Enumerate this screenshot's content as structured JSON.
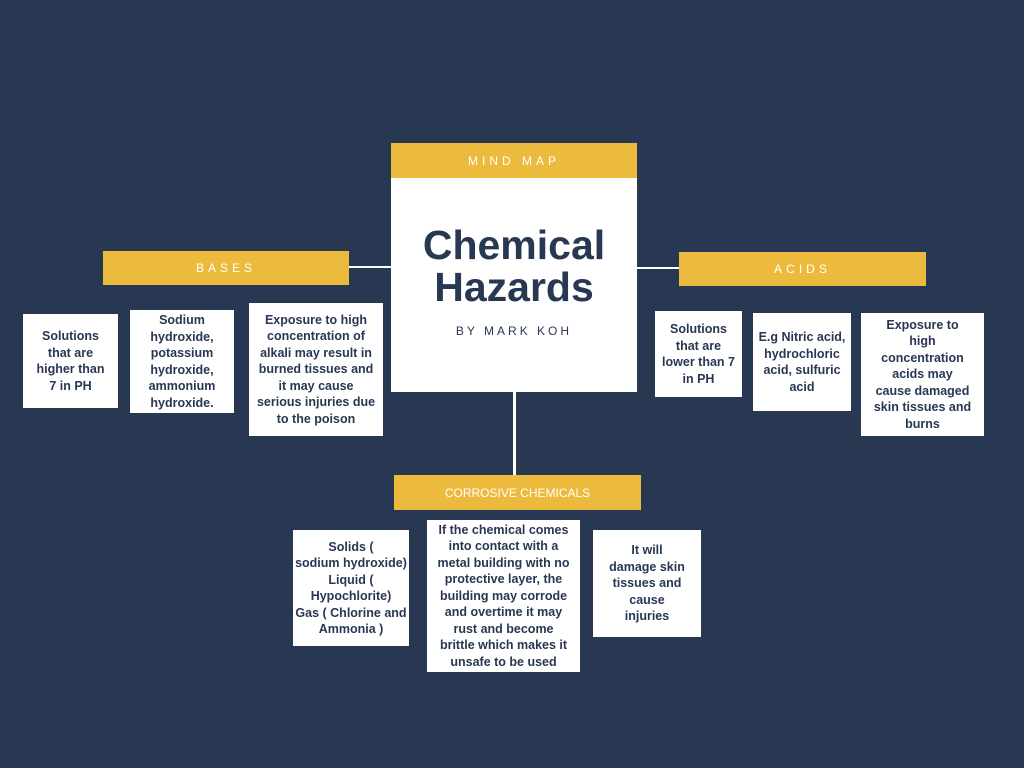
{
  "mind_map": {
    "header_label": "MIND MAP",
    "title": "Chemical\nHazards",
    "byline": "BY MARK KOH"
  },
  "branches": {
    "bases": {
      "label": "BASES",
      "boxes": [
        "Solutions\nthat are\nhigher than\n7 in PH",
        "Sodium\nhydroxide,\npotassium\nhydroxide,\nammonium\nhydroxide.",
        "Exposure to high\nconcentration of\nalkali may result in\nburned tissues and\nit may cause\nserious injuries due\nto the poison"
      ]
    },
    "acids": {
      "label": "ACIDS",
      "boxes": [
        "Solutions\nthat are\nlower than 7\nin PH",
        "E.g Nitric acid,\nhydrochloric\nacid, sulfuric\nacid",
        "Exposure to\nhigh\nconcentration\nacids may\ncause damaged\nskin tissues and\nburns"
      ]
    },
    "corrosive": {
      "label": "CORROSIVE CHEMICALS",
      "boxes": [
        "Solids (\nsodium hydroxide)\nLiquid (\nHypochlorite)\nGas ( Chlorine and\nAmmonia )",
        "If the chemical comes\ninto contact with a\nmetal building with no\nprotective layer, the\nbuilding may corrode\nand overtime it may\nrust and become\nbrittle which makes it\nunsafe to be used",
        "It will\ndamage skin\ntissues and\ncause\ninjuries"
      ]
    }
  },
  "colors": {
    "background": "#283752",
    "accent": "#ecbb3d",
    "card": "#ffffff",
    "text": "#283752"
  }
}
